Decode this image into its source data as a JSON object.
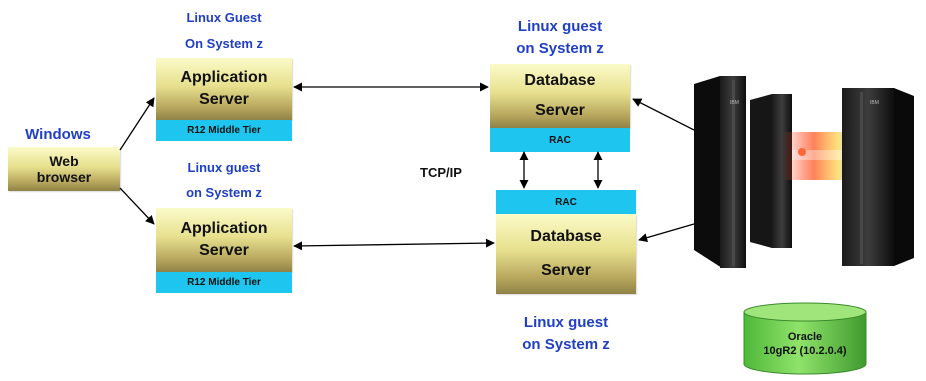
{
  "browser": {
    "top_label": "Windows",
    "box_line1": "Web",
    "box_line2": "browser"
  },
  "app_top": {
    "label_line1": "Linux Guest",
    "label_line2": "On System z",
    "box_line1": "Application",
    "box_line2": "Server",
    "tier_label": "R12 Middle Tier"
  },
  "app_bottom": {
    "label_line1": "Linux guest",
    "label_line2": "on System z",
    "box_line1": "Application",
    "box_line2": "Server",
    "tier_label": "R12  Middle Tier"
  },
  "db_top": {
    "label_line1": "Linux guest",
    "label_line2": "on System z",
    "box_line1": "Database",
    "box_line2": "Server",
    "rac_label": "RAC"
  },
  "db_bottom": {
    "label_line1": "Linux guest",
    "label_line2": "on System z",
    "box_line1": "Database",
    "box_line2": "Server",
    "rac_label": "RAC"
  },
  "interconnect": {
    "label": "TCP/IP"
  },
  "storage": {
    "line1": "Oracle",
    "line2": "10gR2 (10.2.0.4)"
  },
  "colors": {
    "label_blue": "#1f3fc4",
    "rac_bar": "#1ec6ef",
    "box_gradient_top": "#fbfbc8",
    "box_gradient_bottom": "#8f8246",
    "cylinder": "#7fd95b"
  },
  "icons": {
    "mainframe": "ibm-system-z-mainframe-icon",
    "database": "database-cylinder-icon"
  }
}
